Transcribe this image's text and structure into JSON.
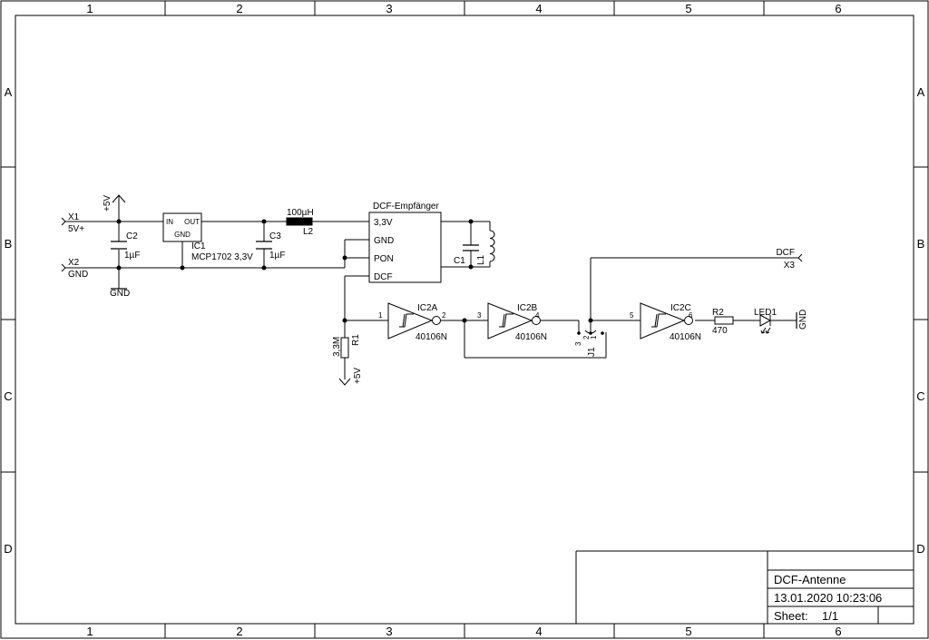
{
  "frame": {
    "columns": [
      "1",
      "2",
      "3",
      "4",
      "5",
      "6"
    ],
    "rows": [
      "A",
      "B",
      "C",
      "D"
    ]
  },
  "title_block": {
    "title": "DCF-Antenne",
    "date": "13.01.2020 10:23:06",
    "sheet_label": "Sheet:",
    "sheet_value": "1/1"
  },
  "connectors": {
    "x1_name": "X1",
    "x1_signal": "5V+",
    "x2_name": "X2",
    "x2_signal": "GND",
    "x3_name": "X3",
    "x3_signal": "DCF"
  },
  "supply": {
    "plus5v_top": "+5V",
    "gnd_bottom": "GND",
    "plus5v_r1": "+5V",
    "gnd_led": "GND"
  },
  "regulator": {
    "name": "IC1",
    "value": "MCP1702 3,3V",
    "pin_in": "IN",
    "pin_out": "OUT",
    "pin_gnd": "GND"
  },
  "capacitors": {
    "c2_name": "C2",
    "c2_value": "1µF",
    "c3_name": "C3",
    "c3_value": "1µF",
    "c1_name": "C1"
  },
  "inductors": {
    "l2_name": "L2",
    "l2_value": "100µH",
    "l1_name": "L1"
  },
  "receiver": {
    "name": "DCF-Empfänger",
    "pins": [
      "3,3V",
      "GND",
      "PON",
      "DCF"
    ]
  },
  "resistors": {
    "r1_name": "R1",
    "r1_value": "3,3M",
    "r2_name": "R2",
    "r2_value": "470"
  },
  "gates": [
    {
      "name": "IC2A",
      "value": "40106N",
      "pin_in": "1",
      "pin_out": "2"
    },
    {
      "name": "IC2B",
      "value": "40106N",
      "pin_in": "3",
      "pin_out": "4"
    },
    {
      "name": "IC2C",
      "value": "40106N",
      "pin_in": "5",
      "pin_out": "6"
    }
  ],
  "jumper": {
    "name": "J1",
    "pins": [
      "3",
      "2",
      "1"
    ]
  },
  "led": {
    "name": "LED1"
  }
}
